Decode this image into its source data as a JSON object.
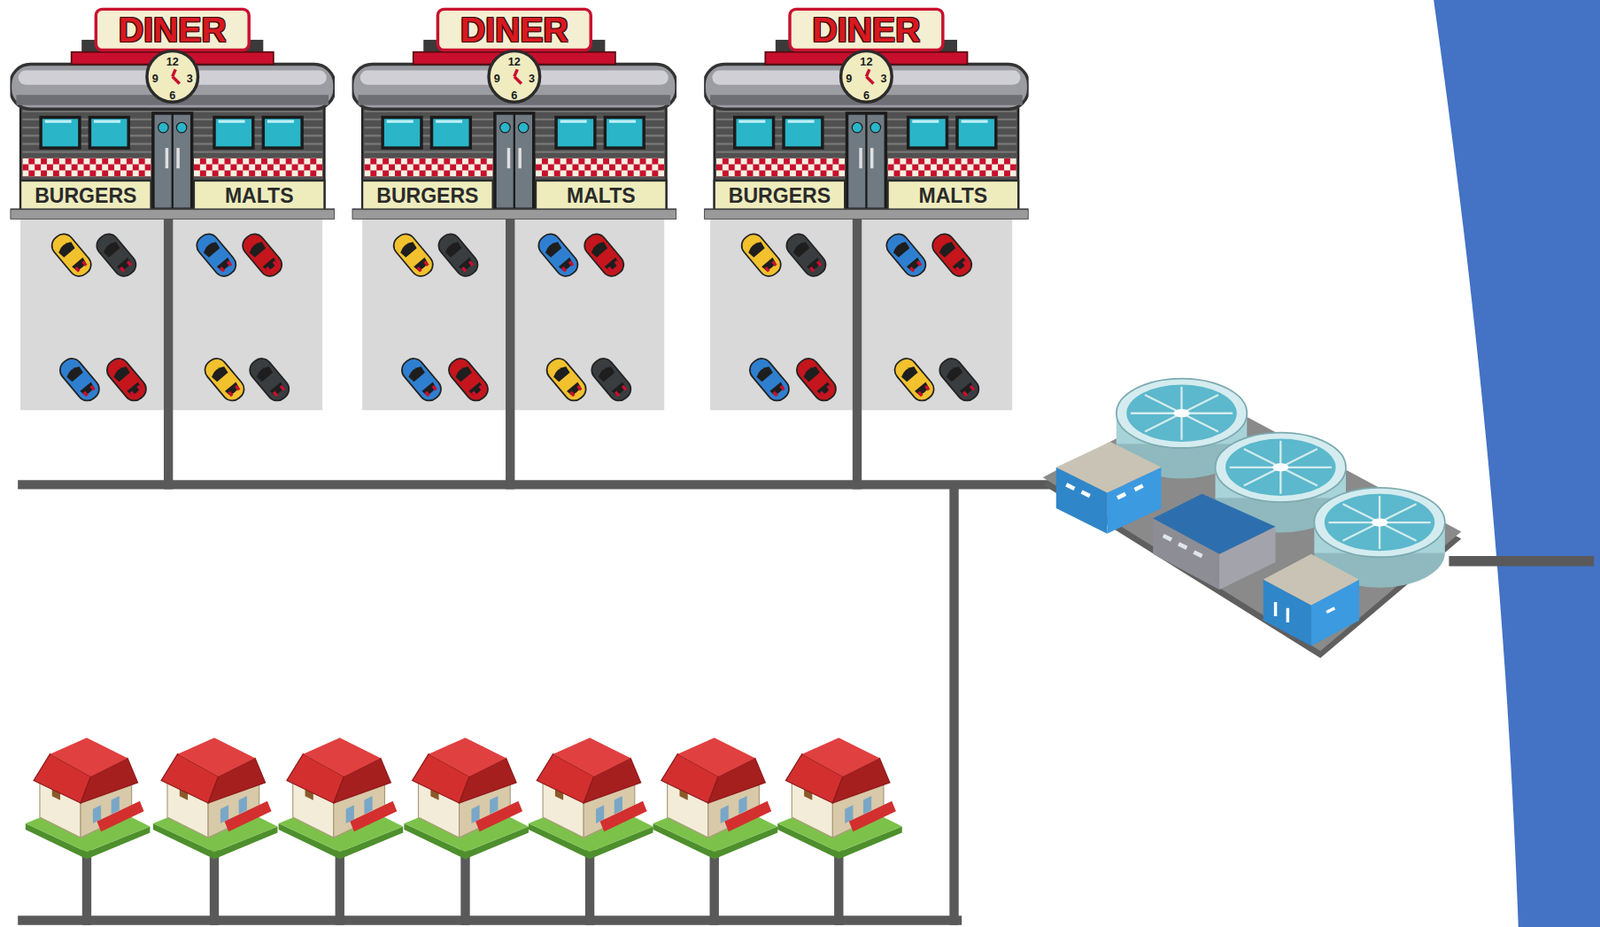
{
  "diagram": {
    "nodes": [
      {
        "text": [
          "DINER",
          "12",
          "9",
          "3",
          "6",
          "BURGERS",
          "MALTS"
        ]
      },
      {
        "text": [
          "DINER",
          "12",
          "9",
          "3",
          "6",
          "BURGERS",
          "MALTS"
        ]
      },
      {
        "text": [
          "DINER",
          "12",
          "9",
          "3",
          "6",
          "BURGERS",
          "MALTS"
        ]
      }
    ]
  }
}
